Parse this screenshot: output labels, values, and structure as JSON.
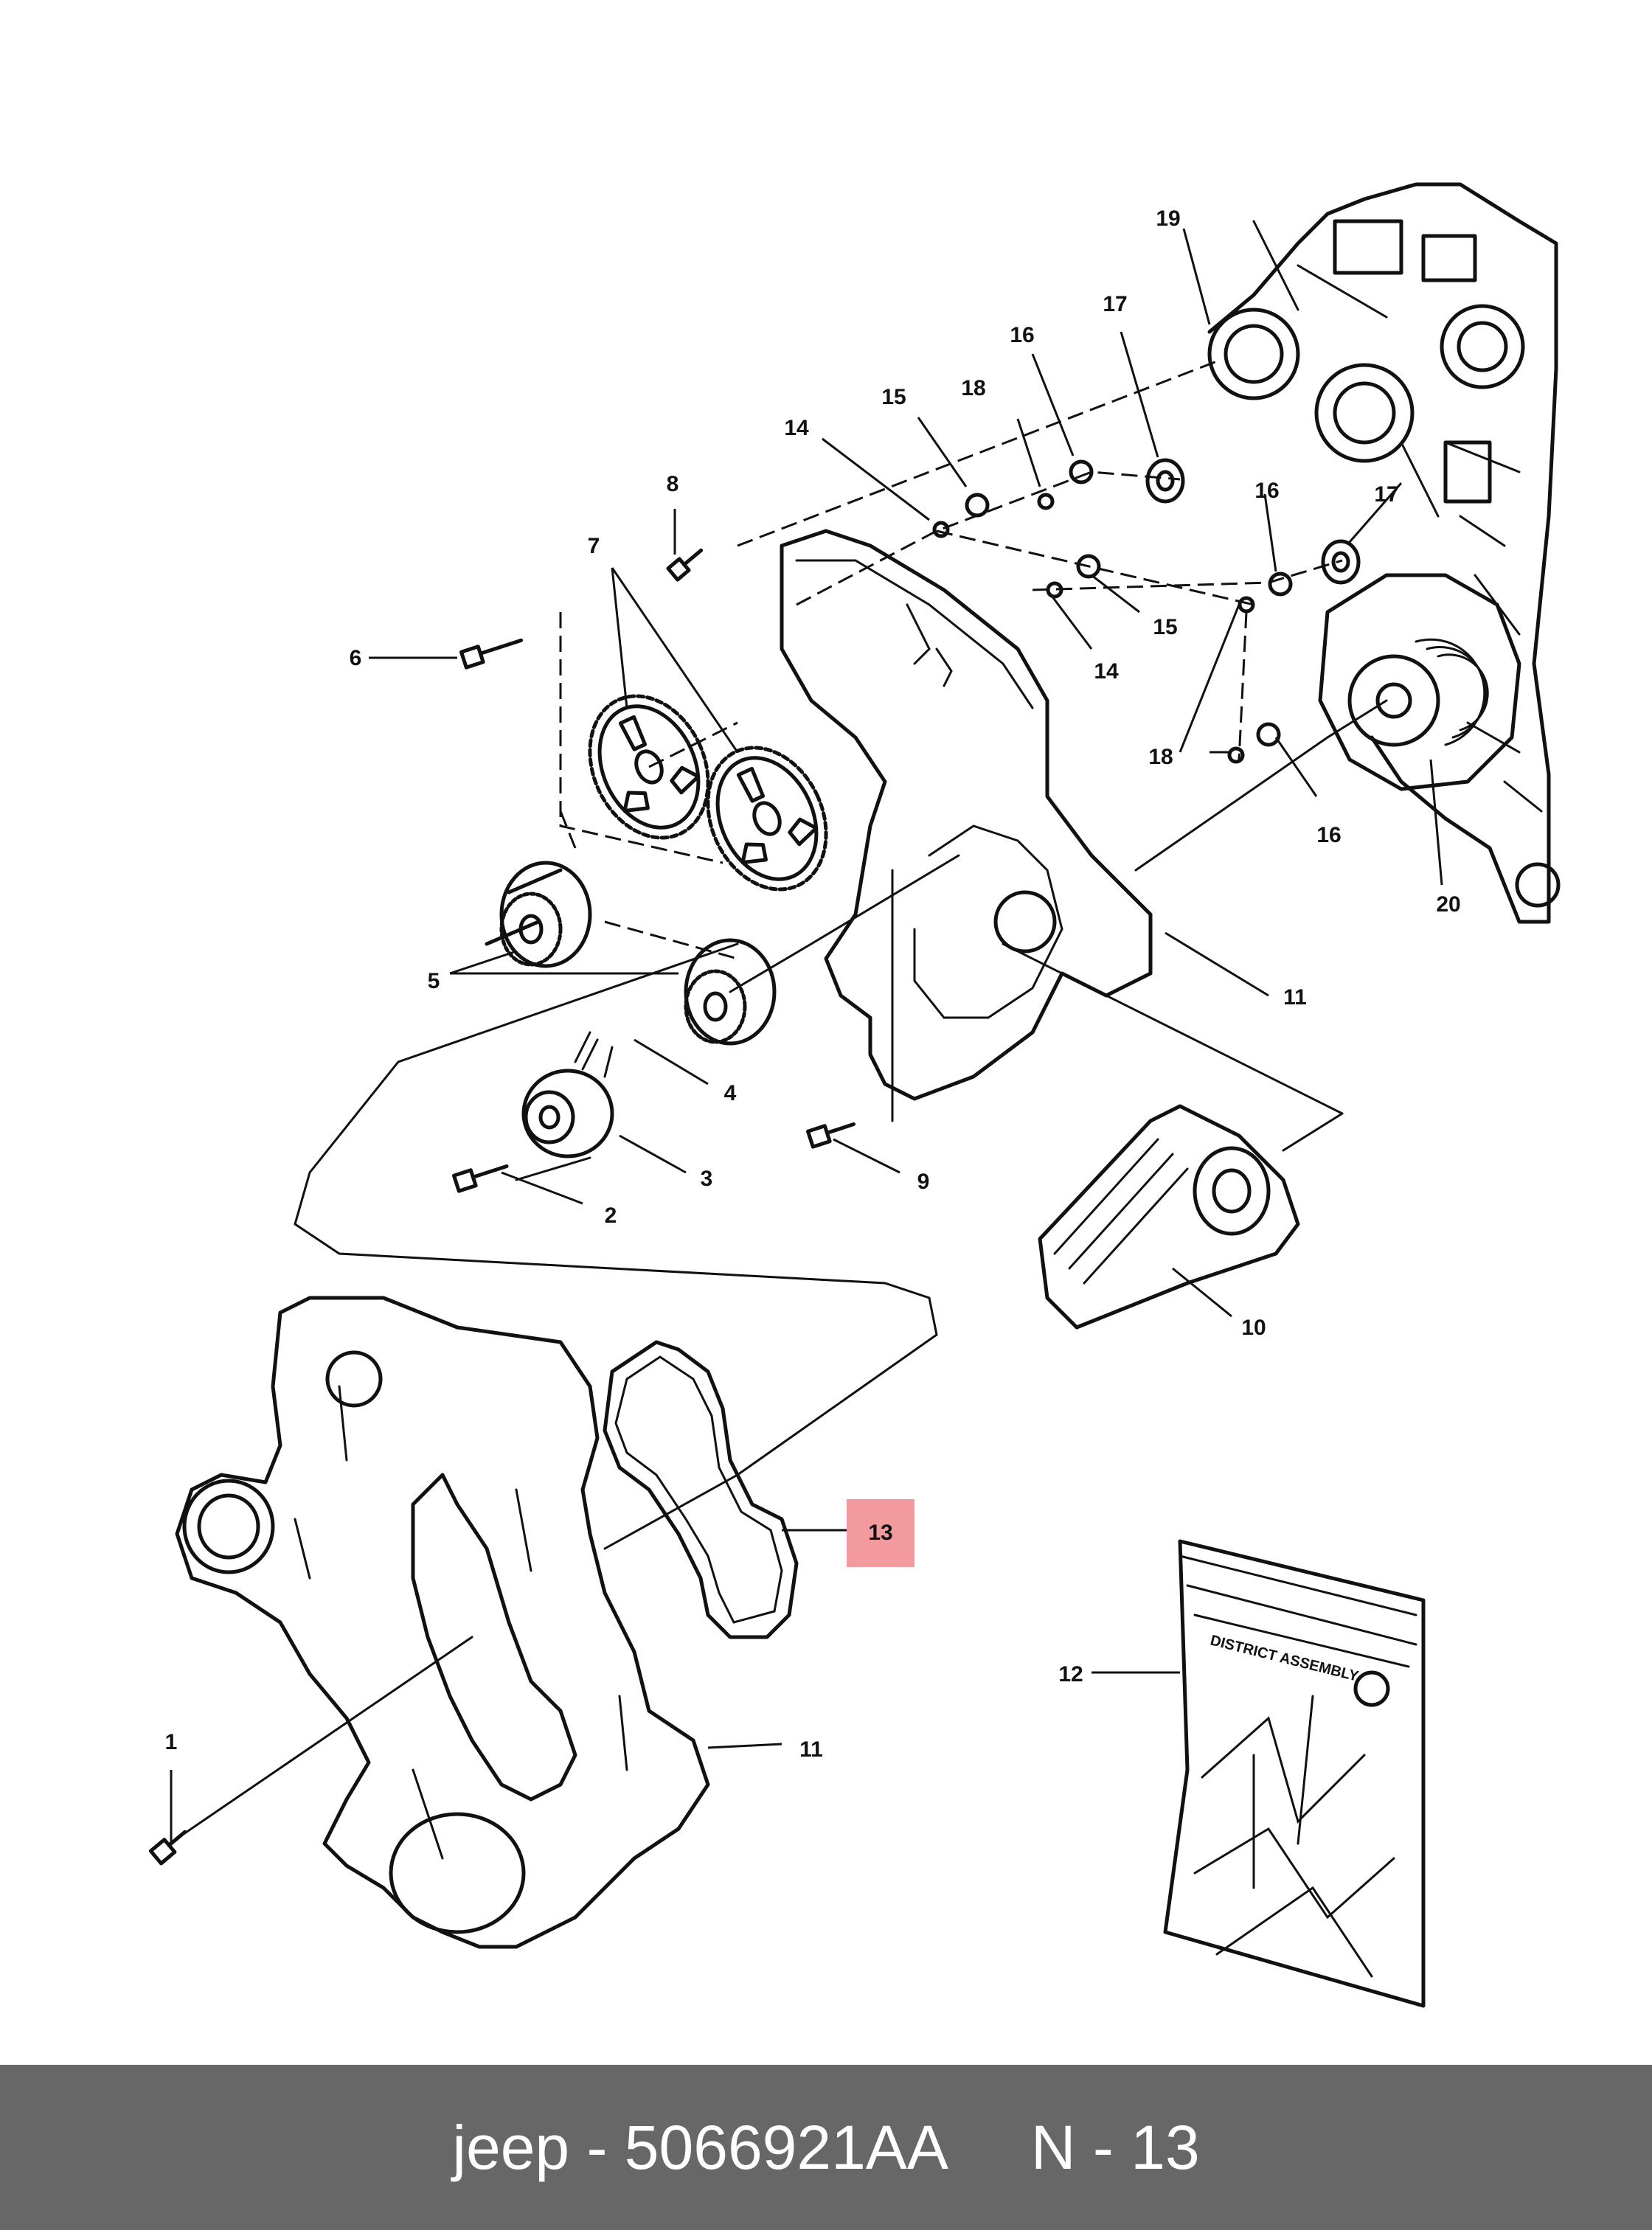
{
  "colors": {
    "highlight": "#f29a9e",
    "footer_bg": "#676767",
    "footer_text": "#ffffff",
    "line": "#111111"
  },
  "callouts": [
    {
      "id": "1",
      "label": "1"
    },
    {
      "id": "2",
      "label": "2"
    },
    {
      "id": "3",
      "label": "3"
    },
    {
      "id": "4",
      "label": "4"
    },
    {
      "id": "5",
      "label": "5"
    },
    {
      "id": "6",
      "label": "6"
    },
    {
      "id": "7",
      "label": "7"
    },
    {
      "id": "8",
      "label": "8"
    },
    {
      "id": "9",
      "label": "9"
    },
    {
      "id": "10",
      "label": "10"
    },
    {
      "id": "11a",
      "label": "11"
    },
    {
      "id": "11b",
      "label": "11"
    },
    {
      "id": "12",
      "label": "12"
    },
    {
      "id": "13",
      "label": "13",
      "highlighted": true
    },
    {
      "id": "14a",
      "label": "14"
    },
    {
      "id": "14b",
      "label": "14"
    },
    {
      "id": "15a",
      "label": "15"
    },
    {
      "id": "15b",
      "label": "15"
    },
    {
      "id": "16a",
      "label": "16"
    },
    {
      "id": "16b",
      "label": "16"
    },
    {
      "id": "16c",
      "label": "16"
    },
    {
      "id": "17a",
      "label": "17"
    },
    {
      "id": "17b",
      "label": "17"
    },
    {
      "id": "18a",
      "label": "18"
    },
    {
      "id": "18b",
      "label": "18"
    },
    {
      "id": "19",
      "label": "19"
    },
    {
      "id": "20",
      "label": "20"
    }
  ],
  "footer": {
    "text": "jeep - 5066921AA     N - 13"
  }
}
